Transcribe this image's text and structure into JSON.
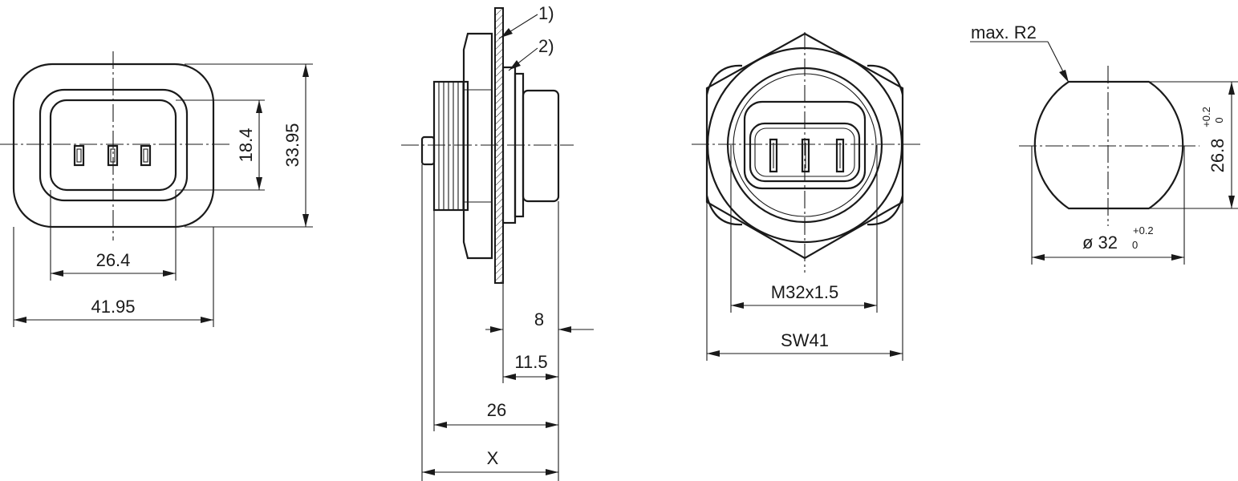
{
  "front_view": {
    "dim_width_inner": "26.4",
    "dim_width_outer": "41.95",
    "dim_height_inner": "18.4",
    "dim_height_outer": "33.95"
  },
  "side_view": {
    "callout_1": "1)",
    "callout_2": "2)",
    "dim_8": "8",
    "dim_11_5": "11.5",
    "dim_26": "26",
    "dim_x": "X"
  },
  "rear_view": {
    "dim_thread": "M32x1.5",
    "dim_wrench": "SW41"
  },
  "panel_cutout": {
    "radius_label": "max. R2",
    "dia_label": "ø 32",
    "dia_tol_upper": "+0.2",
    "dia_tol_lower": "0",
    "height_label": "26.8",
    "height_tol_upper": "+0.2",
    "height_tol_lower": "0"
  }
}
